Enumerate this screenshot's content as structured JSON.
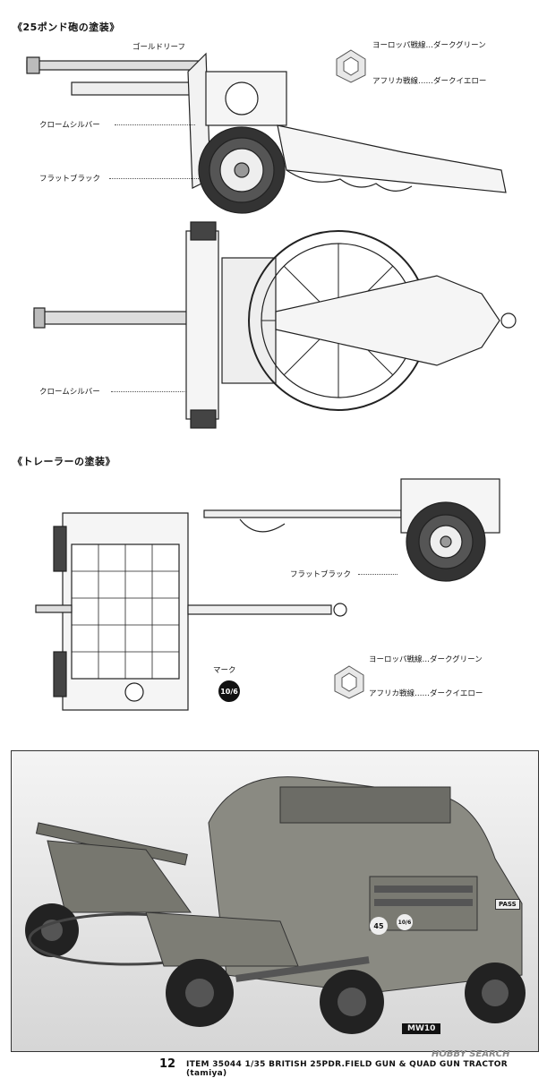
{
  "section1": {
    "title": "《25ポンド砲の塗装》",
    "labels": {
      "gold_leaf": "ゴールドリーフ",
      "chrome_silver_1": "クロームシルバー",
      "flat_black": "フラットブラック",
      "chrome_silver_2": "クロームシルバー"
    },
    "legend": {
      "europe": "ヨーロッパ戦線…ダークグリーン",
      "africa": "アフリカ戦線……ダークイエロー"
    }
  },
  "section2": {
    "title": "《トレーラーの塗装》",
    "labels": {
      "flat_black": "フラットブラック",
      "mark": "マーク",
      "mark_value": "10/6"
    },
    "legend": {
      "europe": "ヨーロッパ戦線…ダークグリーン",
      "africa": "アフリカ戦線……ダークイエロー"
    }
  },
  "photo": {
    "plate_text": "MW10",
    "tactical_mark": "45",
    "unit_mark": "10/6",
    "pass_sign": "PASS"
  },
  "footer": {
    "page_number": "12",
    "item_text": "ITEM 35044  1/35 BRITISH 25PDR.FIELD GUN & QUAD GUN TRACTOR (tamiya)",
    "watermark": "HOBBY SEARCH"
  }
}
